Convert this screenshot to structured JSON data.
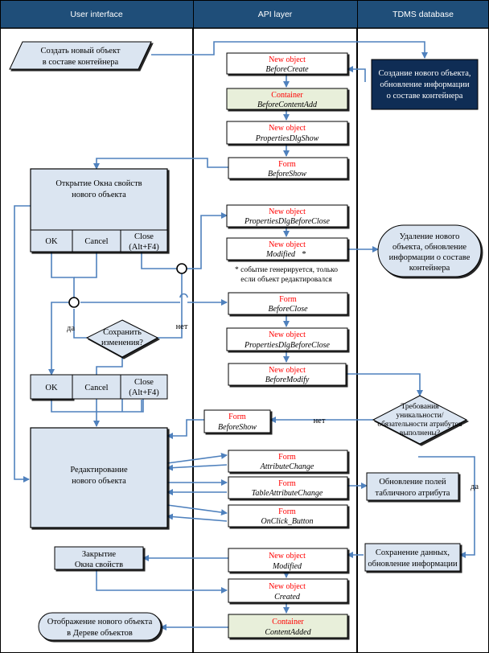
{
  "lanes": {
    "ui": "User interface",
    "api": "API layer",
    "db": "TDMS database"
  },
  "ui": {
    "create_line1": "Создать новый объект",
    "create_line2": "в составе контейнера",
    "props_title_line1": "Открытие Окна свойств",
    "props_title_line2": "нового объекта",
    "ok": "OK",
    "cancel": "Cancel",
    "close_line1": "Close",
    "close_line2": "(Alt+F4)",
    "save_q_line1": "Сохранить",
    "save_q_line2": "изменения?",
    "yes": "да",
    "no": "нет",
    "edit_line1": "Редактирование",
    "edit_line2": "нового объекта",
    "close_window_line1": "Закрытие",
    "close_window_line2": "Окна свойств",
    "display_line1": "Отображение нового объекта",
    "display_line2": "в Дереве объектов"
  },
  "api": {
    "e1_type": "New object",
    "e1_name": "BeforeCreate",
    "e2_type": "Container",
    "e2_name": "BeforeContentAdd",
    "e3_type": "New object",
    "e3_name": "PropertiesDlgShow",
    "e4_type": "Form",
    "e4_name": "BeforeShow",
    "e5_type": "New object",
    "e5_name": "PropertiesDlgBeforeClose",
    "e6_type": "New object",
    "e6_name": "Modified",
    "e6_star": "*",
    "note_line1": "* событие генерируется, только",
    "note_line2": "если объект редактировался",
    "e7_type": "Form",
    "e7_name": "BeforeClose",
    "e8_type": "New object",
    "e8_name": "PropertiesDlgBeforeClose",
    "e9_type": "New object",
    "e9_name": "BeforeModify",
    "e10_type": "Form",
    "e10_name": "BeforeShow",
    "e11_type": "Form",
    "e11_name": "AttributeChange",
    "e12_type": "Form",
    "e12_name": "TableAttributeChange",
    "e13_type": "Form",
    "e13_name": "OnClick_Button",
    "e14_type": "New object",
    "e14_name": "Modified",
    "e15_type": "New object",
    "e15_name": "Created",
    "e16_type": "Container",
    "e16_name": "ContentAdded",
    "no_label": "нет"
  },
  "db": {
    "create_line1": "Создание нового объекта,",
    "create_line2": "обновление информации",
    "create_line3": "о составе контейнера",
    "delete_line1": "Удаление нового",
    "delete_line2": "объекта, обновление",
    "delete_line3": "информации о составе",
    "delete_line4": "контейнера",
    "req_line1": "Требования",
    "req_line2": "уникальности/",
    "req_line3": "обязательности атрибутов",
    "req_line4": "выполнены?",
    "yes_label": "да",
    "table_line1": "Обновление полей",
    "table_line2": "табличного атрибута",
    "save_line1": "Сохранение данных,",
    "save_line2": "обновление информации"
  },
  "colors": {
    "header": "#1f4e79",
    "box_fill": "#dbe5f1",
    "dark_box": "#0f2d55",
    "line": "#4f81bd",
    "event_red": "#ff0000",
    "container_fill": "#e8efda"
  }
}
